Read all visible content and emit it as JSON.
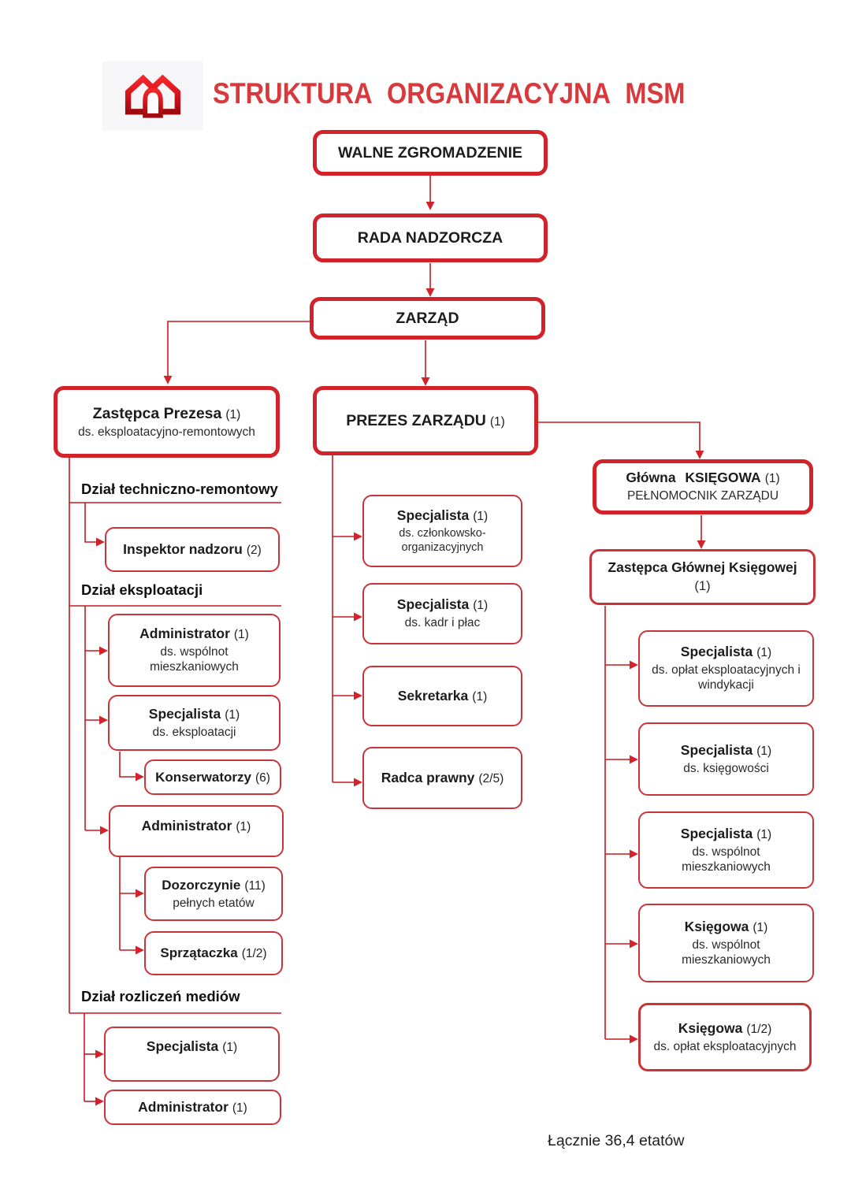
{
  "header": {
    "title": "STRUKTURA ORGANIZACYJNA MSM",
    "logo_icon": "msm-double-house-logo"
  },
  "colors": {
    "border_thick_red": "#d2222a",
    "border_thin_red": "#c9343a",
    "line_red": "#c41a21",
    "title_red": "#d8393c",
    "text_dark": "#1c1c1c"
  },
  "nodes": {
    "walne": {
      "title": "WALNE ZGROMADZENIE"
    },
    "rada": {
      "title": "RADA NADZORCZA"
    },
    "zarzad": {
      "title": "ZARZĄD"
    },
    "zastepca_prezesa": {
      "title": "Zastępca Prezesa",
      "count": "(1)",
      "subtitle": "ds. eksploatacyjno-remontowych"
    },
    "prezes": {
      "title": "PREZES ZARZĄDU",
      "count": "(1)"
    },
    "glowna_ksiegowa": {
      "title": "Główna KSIĘGOWA",
      "count": "(1)",
      "subtitle": "PEŁNOMOCNIK ZARZĄDU"
    },
    "zastepca_glownej": {
      "title": "Zastępca Głównej Księgowej",
      "count": "(1)"
    },
    "inspektor": {
      "title": "Inspektor nadzoru",
      "count": "(2)"
    },
    "administrator_wspolnot": {
      "title": "Administrator",
      "count": "(1)",
      "subtitle": "ds. wspólnot mieszkaniowych"
    },
    "specjalista_eksploatacji": {
      "title": "Specjalista",
      "count": "(1)",
      "subtitle": "ds. eksploatacji"
    },
    "konserwatorzy": {
      "title": "Konserwatorzy",
      "count": "(6)"
    },
    "administrator_2": {
      "title": "Administrator",
      "count": "(1)"
    },
    "dozorczynie": {
      "title": "Dozorczynie",
      "count": "(11)",
      "subtitle": "pełnych etatów"
    },
    "sprzataczka": {
      "title": "Sprzątaczka",
      "count": "(1/2)"
    },
    "specjalista_mediow": {
      "title": "Specjalista",
      "count": "(1)"
    },
    "administrator_mediow": {
      "title": "Administrator",
      "count": "(1)"
    },
    "specjalista_czlonkowsko": {
      "title": "Specjalista",
      "count": "(1)",
      "subtitle": "ds. członkowsko-organizacyjnych"
    },
    "specjalista_kadr": {
      "title": "Specjalista",
      "count": "(1)",
      "subtitle": "ds. kadr i płac"
    },
    "sekretarka": {
      "title": "Sekretarka",
      "count": "(1)"
    },
    "radca_prawny": {
      "title": "Radca prawny",
      "count": "(2/5)"
    },
    "specjalista_oplat": {
      "title": "Specjalista",
      "count": "(1)",
      "subtitle": "ds. opłat eksploatacyjnych i windykacji"
    },
    "specjalista_ksiegowosci": {
      "title": "Specjalista",
      "count": "(1)",
      "subtitle": "ds. księgowości"
    },
    "specjalista_wspolnot": {
      "title": "Specjalista",
      "count": "(1)",
      "subtitle": "ds. wspólnot mieszkaniowych"
    },
    "ksiegowa_wspolnot": {
      "title": "Księgowa",
      "count": "(1)",
      "subtitle": "ds. wspólnot mieszkaniowych"
    },
    "ksiegowa_oplat": {
      "title": "Księgowa",
      "count": "(1/2)",
      "subtitle": "ds. opłat eksploatacyjnych"
    }
  },
  "sections": {
    "techniczny": "Dział techniczno-remontowy",
    "eksploatacji": "Dział eksploatacji",
    "mediow": "Dział rozliczeń mediów"
  },
  "footer": {
    "total": "Łącznie 36,4 etatów"
  }
}
